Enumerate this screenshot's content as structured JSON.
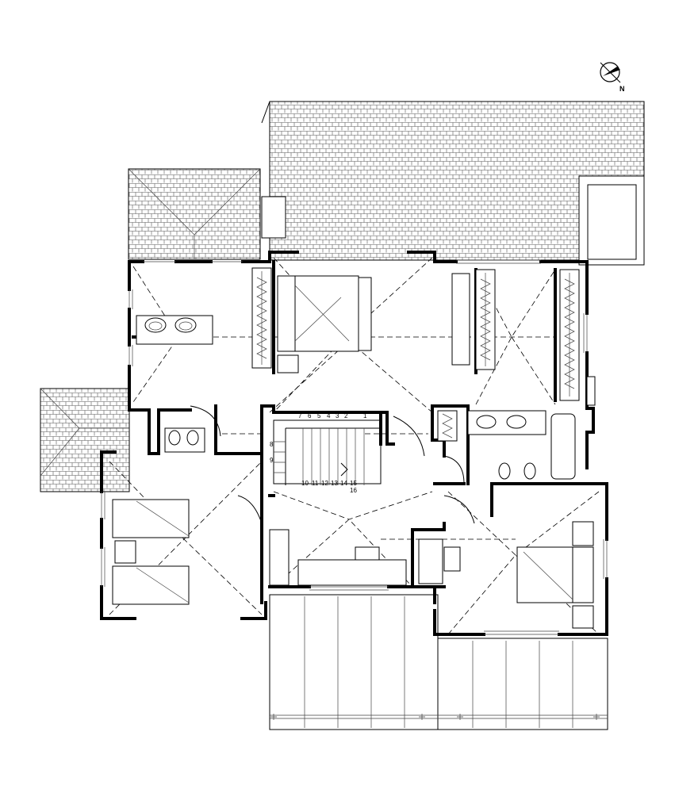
{
  "north_label": "N",
  "stair_steps": [
    "1",
    "2",
    "3",
    "4",
    "5",
    "6",
    "7",
    "8",
    "9",
    "10",
    "11",
    "12",
    "13",
    "14",
    "15",
    "16"
  ],
  "colors": {
    "line": "#000000",
    "background": "#ffffff",
    "roof_tile": "#555555"
  }
}
